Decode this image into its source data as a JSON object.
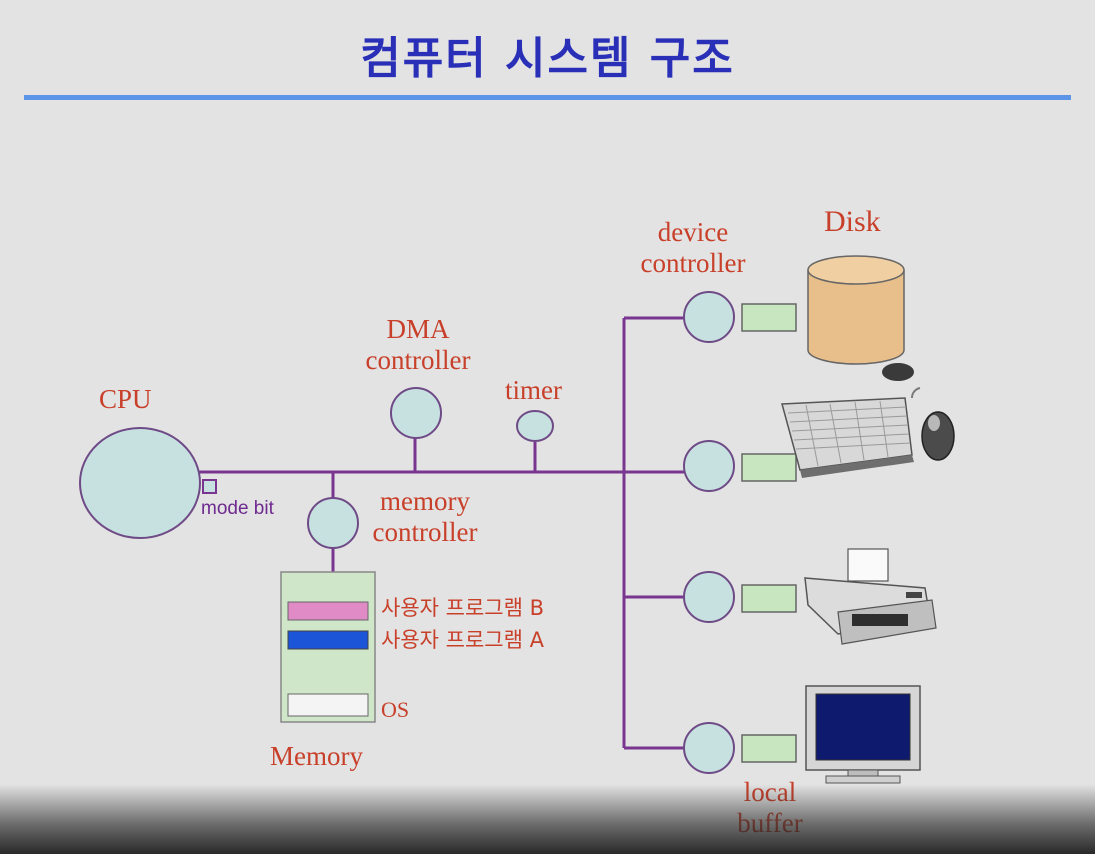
{
  "title": "컴퓨터 시스템 구조",
  "labels": {
    "cpu": "CPU",
    "mode_bit": "mode bit",
    "dma_line1": "DMA",
    "dma_line2": "controller",
    "timer": "timer",
    "memctl_line1": "memory",
    "memctl_line2": "controller",
    "prog_b": "사용자 프로그램 B",
    "prog_a": "사용자 프로그램 A",
    "os": "OS",
    "memory": "Memory",
    "devctl_line1": "device",
    "devctl_line2": "controller",
    "disk": "Disk",
    "local_line1": "local",
    "local_line2": "buffer"
  },
  "colors": {
    "bus": "#7a3591",
    "node_fill": "#c7e1e1",
    "node_stroke": "#6e4a86",
    "buffer_fill": "#c8e6c0",
    "label": "#c8402a",
    "title": "#2a2fb8",
    "prog_b": "#e08bc6",
    "prog_a": "#1d55d8",
    "disk": "#e8be8a"
  }
}
